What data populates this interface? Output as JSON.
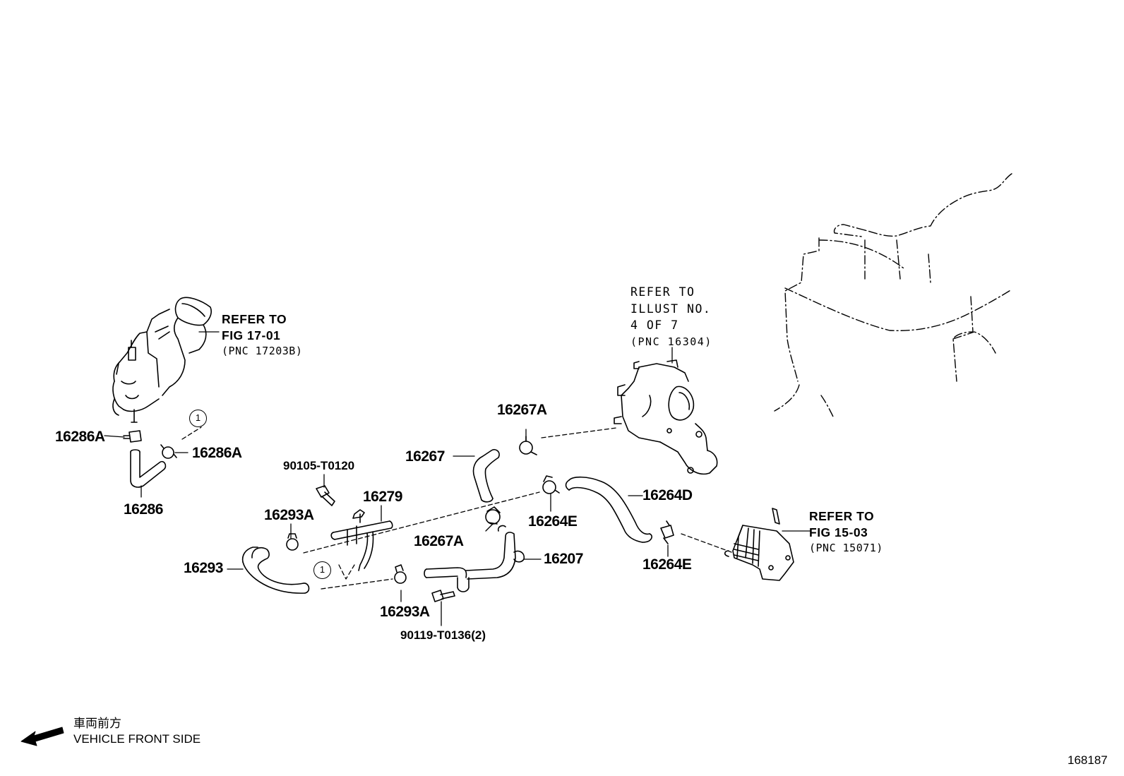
{
  "diagram_id": "168187",
  "callouts": [
    {
      "id": "16286A-left",
      "text": "16286A"
    },
    {
      "id": "16286A-right",
      "text": "16286A"
    },
    {
      "id": "16286",
      "text": "16286"
    },
    {
      "id": "90105-T0120",
      "text": "90105-T0120"
    },
    {
      "id": "16279",
      "text": "16279"
    },
    {
      "id": "16293A-upper",
      "text": "16293A"
    },
    {
      "id": "16293",
      "text": "16293"
    },
    {
      "id": "16293A-lower",
      "text": "16293A"
    },
    {
      "id": "90119-T0136",
      "text": "90119-T0136(2)"
    },
    {
      "id": "16267A-upper",
      "text": "16267A"
    },
    {
      "id": "16267",
      "text": "16267"
    },
    {
      "id": "16267A-lower",
      "text": "16267A"
    },
    {
      "id": "16207",
      "text": "16207"
    },
    {
      "id": "16264E-upper",
      "text": "16264E"
    },
    {
      "id": "16264D",
      "text": "16264D"
    },
    {
      "id": "16264E-lower",
      "text": "16264E"
    }
  ],
  "references": [
    {
      "id": "fig-17-01",
      "lines": [
        "REFER TO",
        "FIG 17-01",
        "(PNC 17203B)"
      ]
    },
    {
      "id": "illust-4-of-7",
      "lines": [
        "REFER TO",
        "ILLUST NO.",
        "4 OF 7",
        "(PNC 16304)"
      ]
    },
    {
      "id": "fig-15-03",
      "lines": [
        "REFER TO",
        "FIG 15-03",
        "(PNC 15071)"
      ]
    }
  ],
  "circle_markers": [
    "1",
    "1"
  ],
  "orientation": {
    "jp_label": "車両前方",
    "en_label": "VEHICLE FRONT SIDE",
    "arrow_icon": "left-down-arrow-icon"
  },
  "colors": {
    "line": "#000000",
    "background": "#ffffff"
  }
}
